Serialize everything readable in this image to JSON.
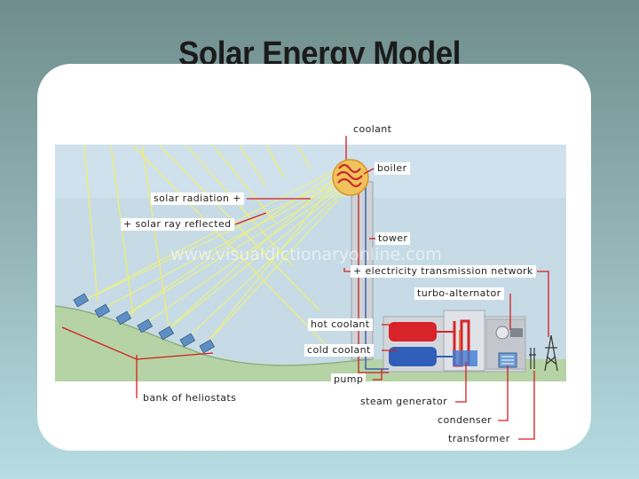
{
  "slide": {
    "title": "Solar Energy Model"
  },
  "diagram": {
    "watermark": "www.visualdictionaryonline.com",
    "labels": {
      "coolant": "coolant",
      "boiler": "boiler",
      "solar_radiation": "solar radiation +",
      "solar_ray_reflected": "+ solar ray reflected",
      "tower": "tower",
      "electricity_transmission_network": "+ electricity transmission network",
      "turbo_alternator": "turbo-alternator",
      "hot_coolant": "hot coolant",
      "cold_coolant": "cold coolant",
      "pump": "pump",
      "steam_generator": "steam generator",
      "condenser": "condenser",
      "transformer": "transformer",
      "bank_of_heliostats": "bank of heliostats"
    },
    "colors": {
      "sky": "#c7dbe7",
      "hill": "#b6d3a5",
      "leader_line": "#d61c1c",
      "hot_tank": "#d8232a",
      "cold_tank": "#2f5fb8",
      "rays": "#f2f06a",
      "building": "#c9cdd2"
    }
  }
}
